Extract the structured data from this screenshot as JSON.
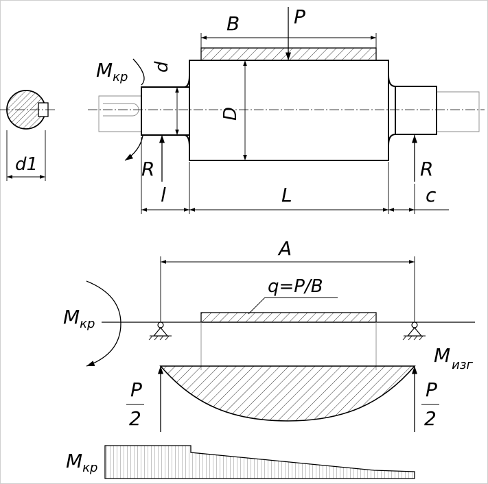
{
  "labels": {
    "B": "B",
    "P_top": "P",
    "M_kr_top_main": "M",
    "M_kr_top_sub": "кр",
    "d": "d",
    "D": "D",
    "R_left": "R",
    "R_right": "R",
    "l": "l",
    "L": "L",
    "c": "c",
    "d1": "d1",
    "A": "A",
    "q_formula": "q=P/B",
    "M_kr_beam_main": "M",
    "M_kr_beam_sub": "кр",
    "M_izg_main": "M",
    "M_izg_sub": "изг",
    "P2_left_num": "P",
    "P2_left_den": "2",
    "P2_right_num": "P",
    "P2_right_den": "2",
    "M_kr_diag_main": "M",
    "M_kr_diag_sub": "кр"
  }
}
